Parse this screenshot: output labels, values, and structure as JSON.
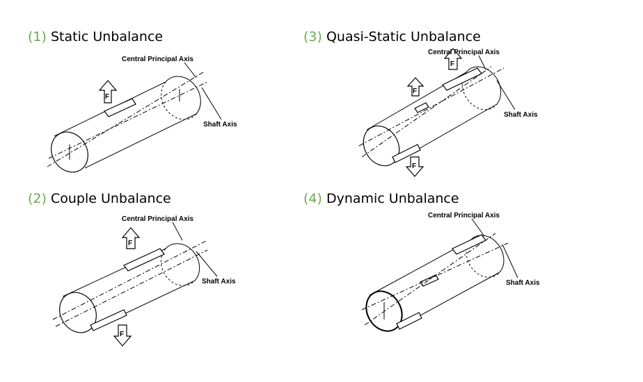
{
  "panels": [
    {
      "number": "(1)",
      "title": "Static Unbalance",
      "central_label": "Central Principal Axis",
      "shaft_label": "Shaft Axis",
      "force_label": "F"
    },
    {
      "number": "(2)",
      "title": "Couple Unbalance",
      "central_label": "Central Principal Axis",
      "shaft_label": "Shaft Axis",
      "force_label": "F"
    },
    {
      "number": "(3)",
      "title": "Quasi-Static Unbalance",
      "central_label": "Central Principal Axis",
      "shaft_label": "Shaft Axis",
      "force_label": "F"
    },
    {
      "number": "(4)",
      "title": "Dynamic Unbalance",
      "central_label": "Central Principal Axis",
      "shaft_label": "Shaft Axis"
    }
  ],
  "colors": {
    "number_accent": "#6aa84f"
  }
}
